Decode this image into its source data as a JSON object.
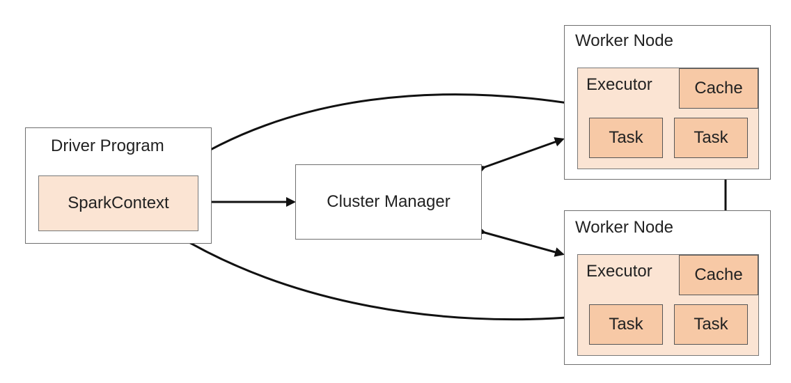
{
  "driver": {
    "title": "Driver Program",
    "context": "SparkContext"
  },
  "cluster_manager": {
    "label": "Cluster Manager"
  },
  "worker_nodes": [
    {
      "title": "Worker Node",
      "executor": "Executor",
      "cache": "Cache",
      "tasks": [
        "Task",
        "Task"
      ]
    },
    {
      "title": "Worker Node",
      "executor": "Executor",
      "cache": "Cache",
      "tasks": [
        "Task",
        "Task"
      ]
    }
  ],
  "colors": {
    "context_fill": "#fbe4d3",
    "task_fill": "#f7c9a6",
    "border": "#6e6e6e",
    "arrow": "#111111"
  }
}
